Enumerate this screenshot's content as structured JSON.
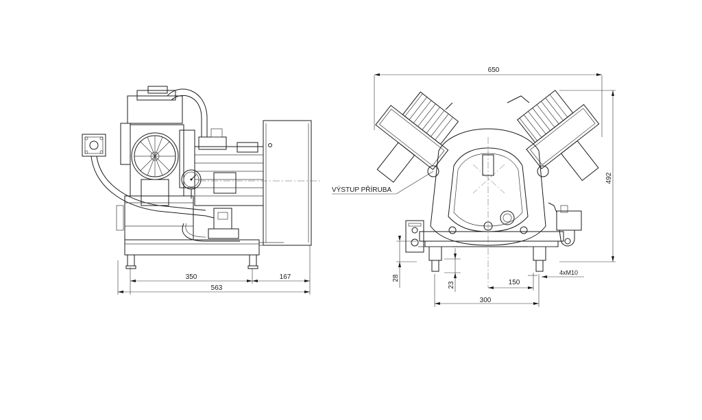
{
  "dimensions": {
    "d350": "350",
    "d167": "167",
    "d563": "563",
    "d650": "650",
    "d492": "492",
    "d28": "28",
    "d23": "23",
    "d150": "150",
    "d300": "300",
    "thread": "4xM10"
  },
  "callouts": {
    "outlet": "VÝSTUP PŘÍRUBA"
  }
}
